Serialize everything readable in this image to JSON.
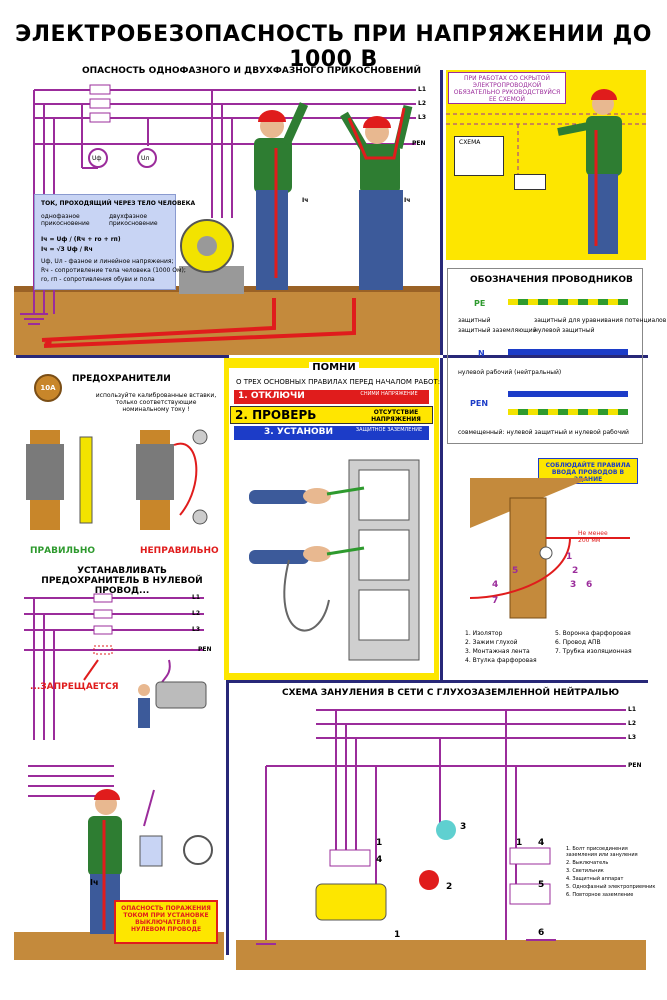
{
  "poster": {
    "title": "ЭЛЕКТРОБЕЗОПАСНОСТЬ ПРИ НАПРЯЖЕНИИ ДО 1000 В"
  },
  "touch": {
    "title": "ОПАСНОСТЬ ОДНОФАЗНОГО И ДВУХФАЗНОГО ПРИКОСНОВЕНИЙ",
    "lines": [
      "L1",
      "L2",
      "L3",
      "PEN"
    ],
    "uf": "Uф",
    "ul": "Uл",
    "ich": "Iч",
    "formula": {
      "heading": "ТОК, ПРОХОДЯЩИЙ ЧЕРЕЗ ТЕЛО ЧЕЛОВЕКА",
      "one_phase": "однофазное прикосновение",
      "two_phase": "двухфазное прикосновение",
      "f1": "Iч = Uф / (Rч + rо + rп)",
      "f2": "Iч = √3 Uф / Rч",
      "legend1": "Uф, Uл - фазное и линейное напряжения;",
      "legend2": "Rч - сопротивление тела человека (1000 Ом);",
      "legend3": "rо, rп - сопротивления обуви и пола"
    }
  },
  "hidden": {
    "note": "ПРИ РАБОТАХ СО СКРЫТОЙ ЭЛЕКТРОПРОВОДКОЙ ОБЯЗАТЕЛЬНО РУКОВОДСТВУЙСЯ ЕЕ СХЕМОЙ",
    "schema": "СХЕМА"
  },
  "conductors": {
    "title": "ОБОЗНАЧЕНИЯ ПРОВОДНИКОВ",
    "pe": "PE",
    "n": "N",
    "pen": "PEN",
    "pe_items": [
      "защитный",
      "защитный заземляющий",
      "защитный для уравнивания потенциалов",
      "нулевой защитный"
    ],
    "n_item": "нулевой рабочий (нейтральный)",
    "pen_item": "совмещенный: нулевой защитный и нулевой рабочий"
  },
  "fuses": {
    "title": "ПРЕДОХРАНИТЕЛИ",
    "badge": "10А",
    "note": "используйте калиброванные вставки, только соответствующие номинальному току !",
    "right": "ПРАВИЛЬНО",
    "wrong": "НЕПРАВИЛЬНО"
  },
  "remember": {
    "title": "ПОМНИ",
    "subtitle": "О ТРЕХ ОСНОВНЫХ ПРАВИЛАХ ПЕРЕД НАЧАЛОМ РАБОТ:",
    "rules": [
      {
        "label": "1. ОТКЛЮЧИ",
        "desc": "СНИМИ НАПРЯЖЕНИЕ",
        "color": "#e01c1c"
      },
      {
        "label": "2. ПРОВЕРЬ",
        "desc": "ОТСУТСТВИЕ НАПРЯЖЕНИЯ",
        "color": "#ffe600"
      },
      {
        "label": "3. УСТАНОВИ",
        "desc": "ЗАЩИТНОЕ ЗАЗЕМЛЕНИЕ",
        "color": "#1c3cc8"
      }
    ]
  },
  "entry": {
    "badge": "СОБЛЮДАЙТЕ ПРАВИЛА ВВОДА ПРОВОДОВ В ЗДАНИЕ",
    "min": "Не менее 200 мм",
    "numbers": [
      "1",
      "2",
      "3",
      "4",
      "5",
      "6",
      "7"
    ],
    "legend": [
      "1. Изолятор",
      "2. Зажим глухой",
      "3. Монтажная лента",
      "4. Втулка фарфоровая",
      "5. Воронка фарфоровая",
      "6. Провод АПВ",
      "7. Трубка изоляционная"
    ]
  },
  "neutral_fuse": {
    "title": "УСТАНАВЛИВАТЬ ПРЕДОХРАНИТЕЛЬ В НУЛЕВОЙ ПРОВОД...",
    "forbidden": "...ЗАПРЕЩАЕТСЯ",
    "lines": [
      "L1",
      "L2",
      "L3",
      "PEN"
    ]
  },
  "danger": {
    "text": "ОПАСНОСТЬ ПОРАЖЕНИЯ ТОКОМ ПРИ УСТАНОВКЕ ВЫКЛЮЧАТЕЛЯ В НУЛЕВОМ ПРОВОДЕ",
    "ich": "Iч"
  },
  "zeroing": {
    "title": "СХЕМА ЗАНУЛЕНИЯ В СЕТИ С ГЛУХОЗАЗЕМЛЕННОЙ НЕЙТРАЛЬЮ",
    "lines": [
      "L1",
      "L2",
      "L3",
      "PEN"
    ],
    "legend": [
      "1. Болт присоединения заземления или зануления",
      "2. Выключатель",
      "3. Светильник",
      "4. Защитный аппарат",
      "5. Однофазный электроприемник",
      "6. Повторное заземление"
    ],
    "numbers": [
      "1",
      "1",
      "1",
      "2",
      "3",
      "4",
      "4",
      "5",
      "6"
    ]
  },
  "colors": {
    "wire": "#9b2c9b",
    "navy": "#282878",
    "yellow": "#fde600",
    "red": "#e01c1c"
  }
}
